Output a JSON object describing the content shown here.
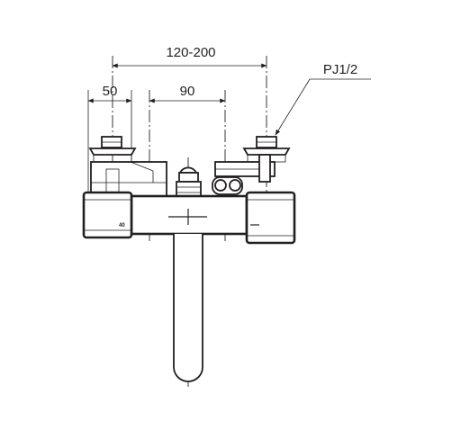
{
  "dimensions": {
    "overall_spacing": "120-200",
    "handle_offset": "50",
    "center_offset": "90"
  },
  "callout": {
    "thread_spec": "PJ1/2"
  },
  "marks": {
    "temperature_mark": "40"
  }
}
